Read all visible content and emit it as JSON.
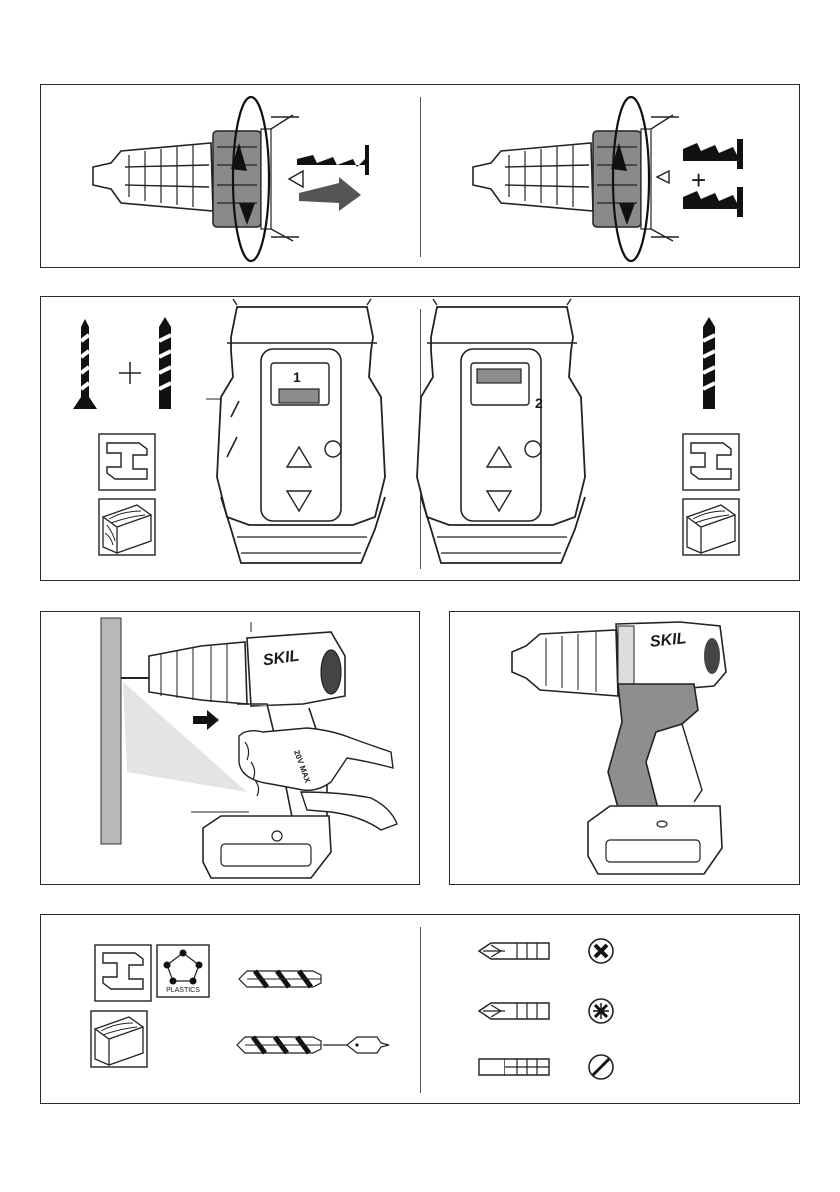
{
  "panels": {
    "gear": {
      "gear1_label": "1",
      "gear2_label": "2"
    },
    "drill": {
      "brand": "SKIL",
      "battery_label": "20V MAX"
    },
    "materials": {
      "plastics_label": "PLASTICS"
    },
    "symbols": {
      "plus": "+"
    }
  }
}
